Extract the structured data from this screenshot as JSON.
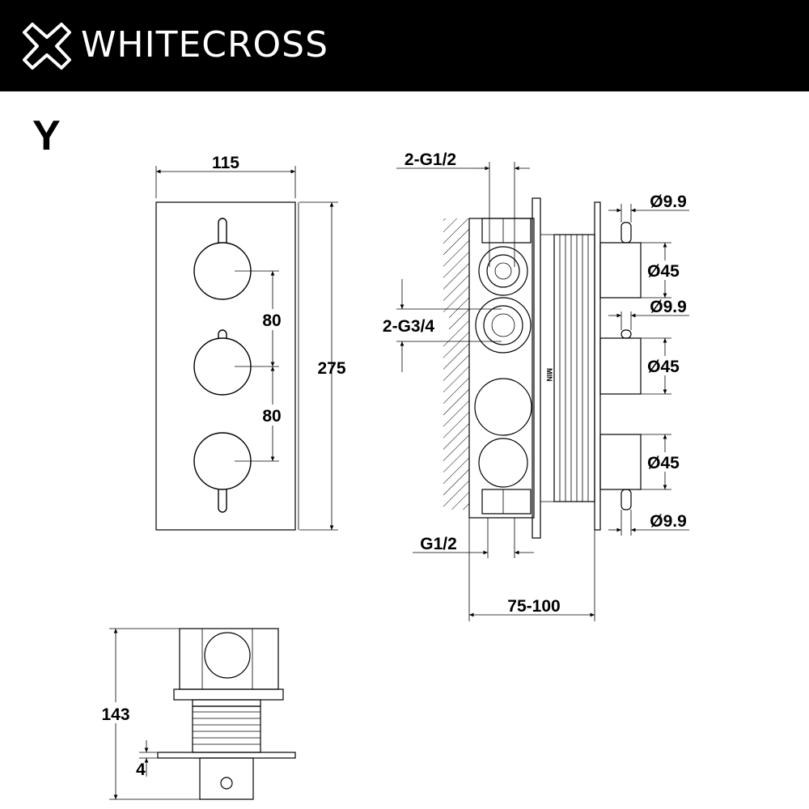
{
  "header": {
    "brand": "WHITECROSS",
    "logo_icon": "cross-outline-icon",
    "background": "#000000",
    "text_color": "#ffffff"
  },
  "variant_label": "Y",
  "front_view": {
    "width": "115",
    "height": "275",
    "spacing_1": "80",
    "spacing_2": "80"
  },
  "side_view": {
    "top_inlet": "2-G1/2",
    "mid_inlet": "2-G3/4",
    "bottom_outlet": "G1/2",
    "depth": "75-100",
    "min_mark": "MIN",
    "knob_dims": [
      "Ø9.9",
      "Ø45",
      "Ø9.9",
      "Ø45",
      "Ø45",
      "Ø9.9"
    ]
  },
  "bottom_view": {
    "height": "143",
    "plate": "4"
  }
}
